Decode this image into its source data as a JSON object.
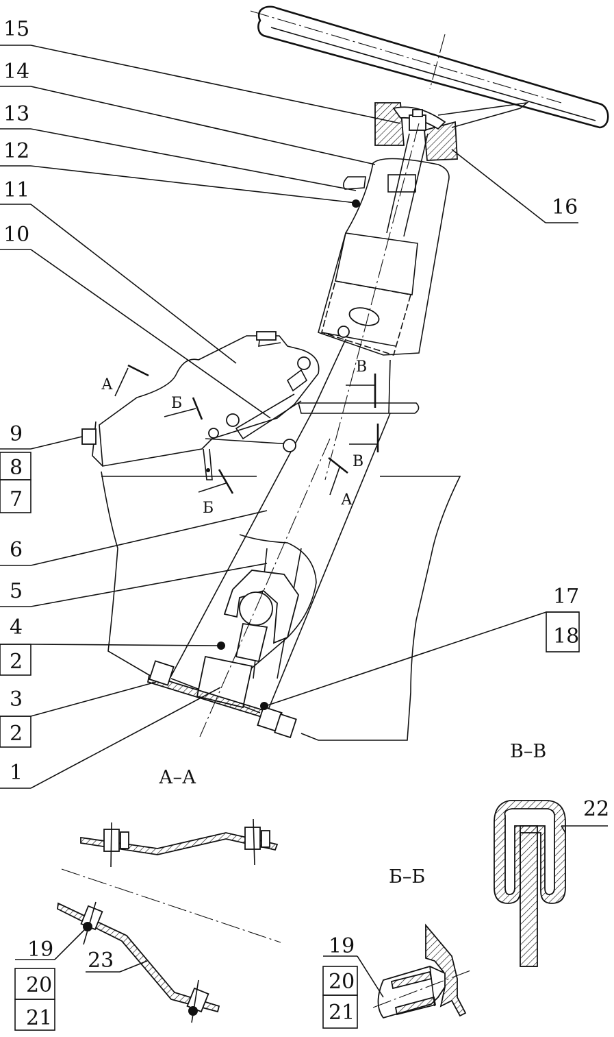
{
  "labels": {
    "n1": "1",
    "n2a": "2",
    "n2b": "2",
    "n3": "3",
    "n4": "4",
    "n5": "5",
    "n6": "6",
    "n7": "7",
    "n8": "8",
    "n9": "9",
    "n10": "10",
    "n11": "11",
    "n12": "12",
    "n13": "13",
    "n14": "14",
    "n15": "15",
    "n16": "16",
    "n17": "17",
    "n18": "18",
    "n19a": "19",
    "n20a": "20",
    "n21a": "21",
    "n19b": "19",
    "n20b": "20",
    "n21b": "21",
    "n22": "22",
    "n23": "23"
  },
  "sections": {
    "aa": "А–А",
    "bb": "Б–Б",
    "vv": "В–В"
  },
  "section_marks": {
    "a": "А",
    "b": "Б",
    "v": "В"
  }
}
